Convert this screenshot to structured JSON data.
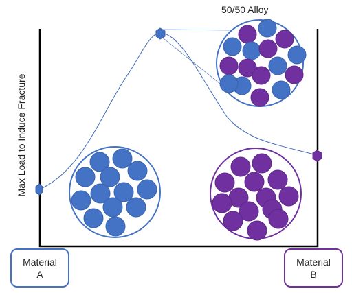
{
  "axis": {
    "y_label": "Max Load to Induce Fracture"
  },
  "alloy_label": "50/50 Alloy",
  "material_a": {
    "line1": "Material",
    "line2": "A"
  },
  "material_b": {
    "line1": "Material",
    "line2": "B"
  },
  "colors": {
    "blue_fill": "#4472c4",
    "blue_stroke": "#3a64b0",
    "purple_fill": "#7030a0",
    "purple_stroke": "#5f2888",
    "axis": "#000000",
    "curve": "#3f6ab8"
  },
  "atom_groups": {
    "material_a_atoms": 13,
    "material_b_atoms": 14,
    "alloy_blue_atoms": 8,
    "alloy_purple_atoms": 8
  }
}
